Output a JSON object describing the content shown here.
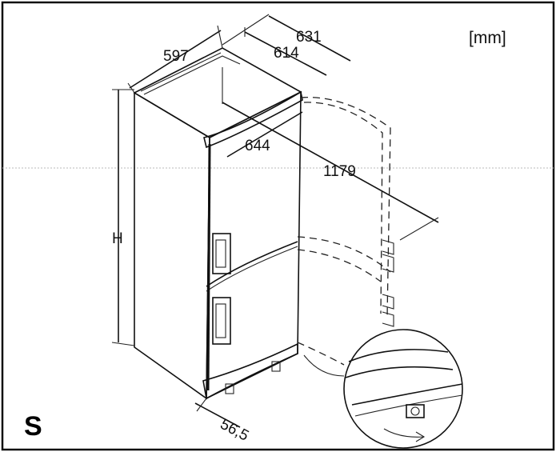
{
  "units": "[mm]",
  "section_letter": "S",
  "dimensions": {
    "width": "597",
    "depth_outer": "631",
    "depth_inner": "614",
    "door_clearance": "644",
    "door_open_depth": "1179",
    "height": "H",
    "plinth_offset": "56,5"
  }
}
